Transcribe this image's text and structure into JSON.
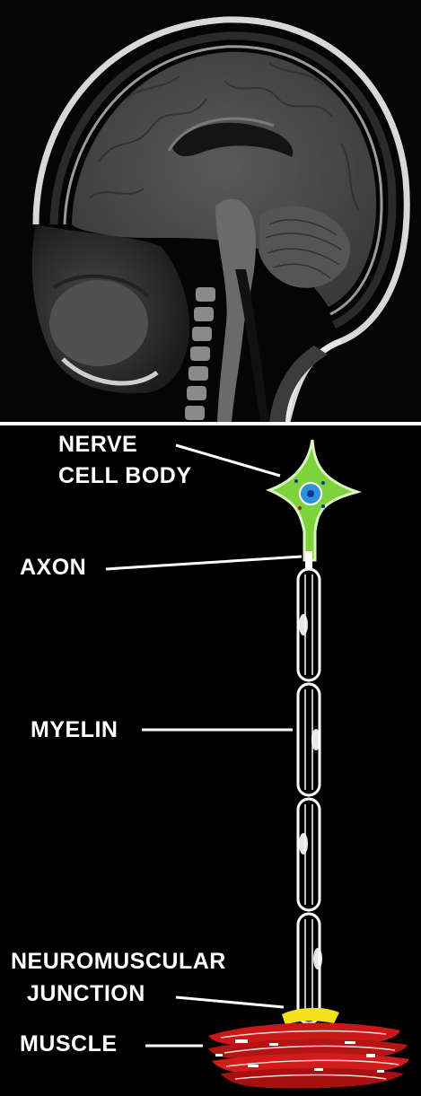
{
  "labels": {
    "nerve_line1": "NERVE",
    "nerve_line2": "CELL BODY",
    "axon": "AXON",
    "myelin": "MYELIN",
    "nmj_line1": "NEUROMUSCULAR",
    "nmj_line2": "JUNCTION",
    "muscle": "MUSCLE"
  },
  "colors": {
    "background": "#000000",
    "cell_body": "#7dd33a",
    "nucleus": "#2f8fd8",
    "junction": "#f2e21a",
    "muscle": "#c81818",
    "label_text": "#ffffff"
  }
}
